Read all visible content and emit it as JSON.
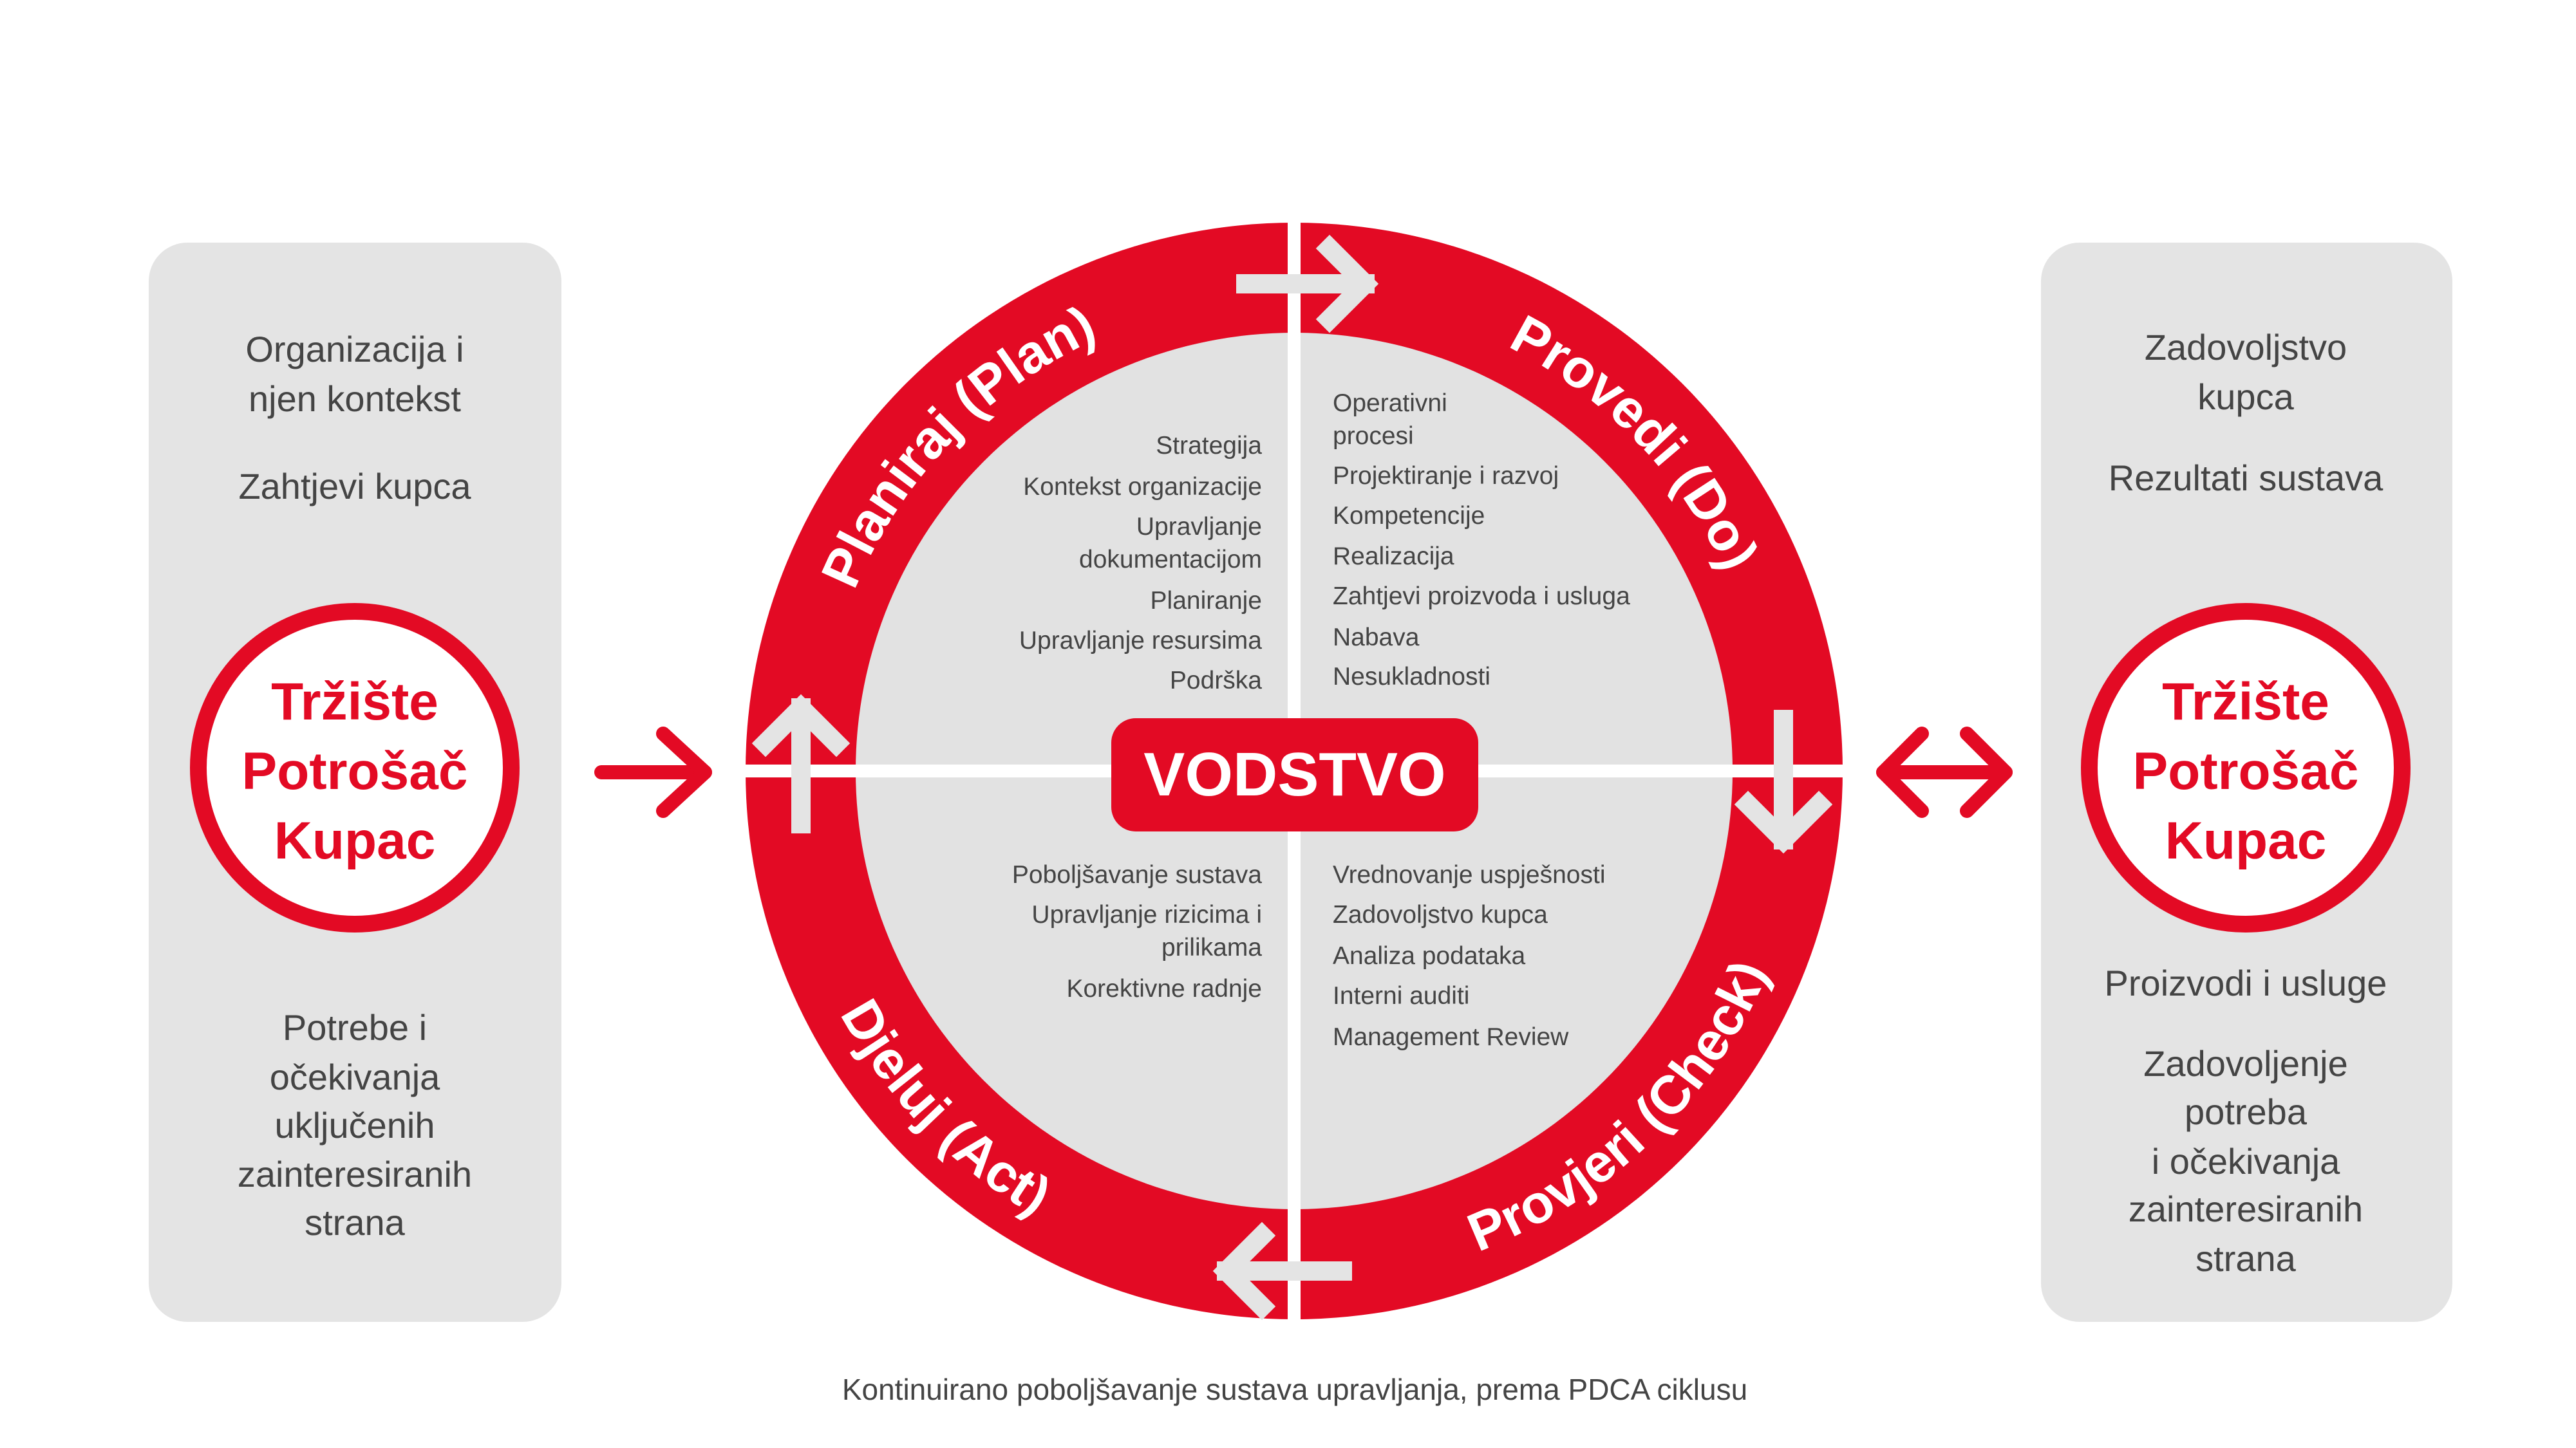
{
  "colors": {
    "red": "#e30a24",
    "panel": "#e4e4e4",
    "text": "#444444"
  },
  "left_panel": {
    "top_lines": [
      "Organizacija i",
      "njen kontekst",
      "Zahtjevi kupca"
    ],
    "market": [
      "Tržište",
      "Potrošač",
      "Kupac"
    ],
    "bottom_lines": [
      "Potrebe i",
      "očekivanja",
      "uključenih",
      "zainteresiranih",
      "strana"
    ]
  },
  "right_panel": {
    "top_lines": [
      "Zadovoljstvo",
      "kupca",
      "Rezultati sustava"
    ],
    "market": [
      "Tržište",
      "Potrošač",
      "Kupac"
    ],
    "bottom_lines": [
      "Proizvodi i usluge",
      "Zadovoljenje",
      "potreba",
      "i očekivanja",
      "zainteresiranih",
      "strana"
    ]
  },
  "cycle": {
    "center": "VODSTVO",
    "phases": {
      "plan": "Planiraj (Plan)",
      "do": "Provedi (Do)",
      "check": "Provjeri (Check)",
      "act": "Djeluj (Act)"
    },
    "plan_items": [
      "Strategija",
      "Kontekst organizacije",
      "Upravljanje",
      "dokumentacijom",
      "Planiranje",
      "Upravljanje resursima",
      "Podrška"
    ],
    "do_items": [
      "Operativni",
      "procesi",
      "Projektiranje i razvoj",
      "Kompetencije",
      "Realizacija",
      "Zahtjevi proizvoda i usluga",
      "Nabava",
      "Nesukladnosti"
    ],
    "act_items": [
      "Poboljšavanje sustava",
      "Upravljanje rizicima i",
      "prilikama",
      "Korektivne radnje"
    ],
    "check_items": [
      "Vrednovanje uspješnosti",
      "Zadovoljstvo kupca",
      "Analiza podataka",
      "Interni auditi",
      "Management Review"
    ]
  },
  "caption": "Kontinuirano poboljšavanje sustava upravljanja, prema PDCA ciklusu"
}
